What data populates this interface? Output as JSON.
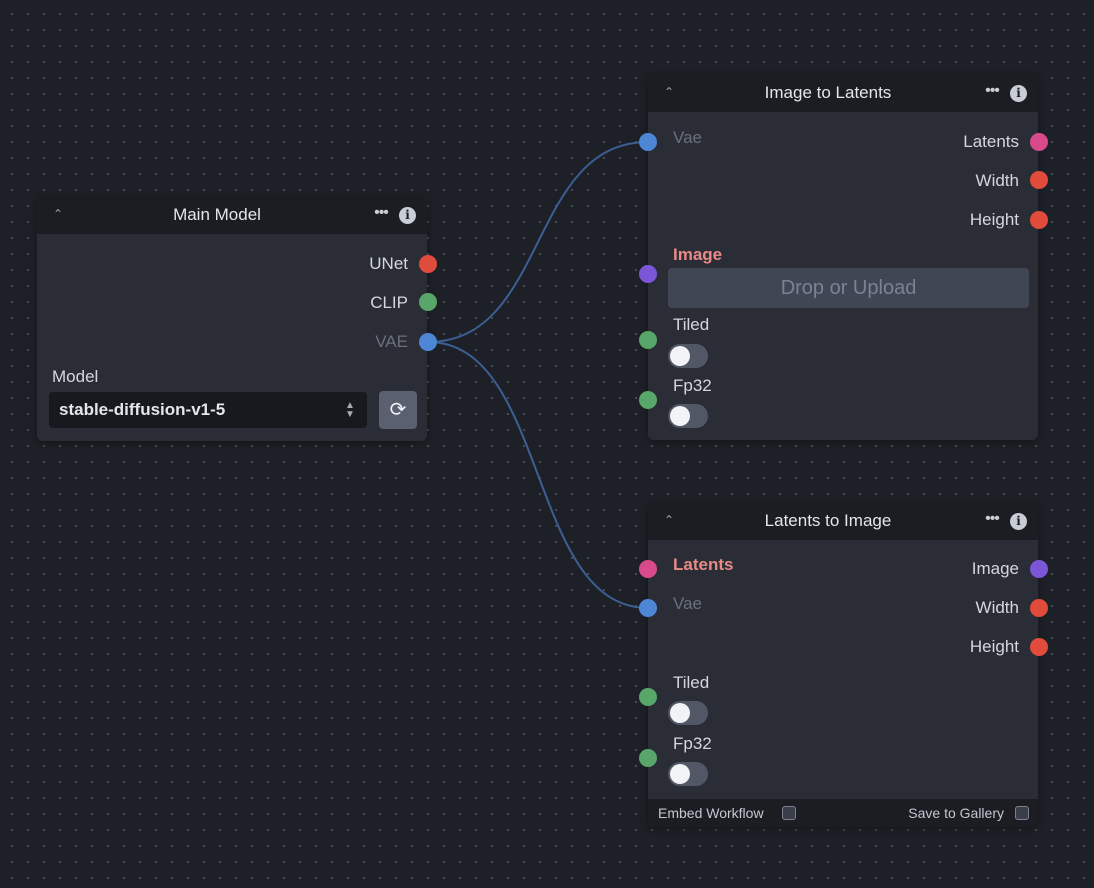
{
  "colors": {
    "unet": "#e14b3b",
    "clip": "#58a66a",
    "vae": "#4e86d6",
    "image": "#7b57d8",
    "latents": "#d94a8c",
    "int": "#e14b3b",
    "bool": "#58a66a",
    "edge": "#3b5f94"
  },
  "main_model": {
    "title": "Main Model",
    "icons": {
      "collapse": "chevron-up-icon",
      "menu": "ellipsis-icon",
      "info": "info-icon"
    },
    "outputs": [
      {
        "label": "UNet",
        "type": "unet"
      },
      {
        "label": "CLIP",
        "type": "clip"
      },
      {
        "label": "VAE",
        "type": "vae"
      }
    ],
    "model_label": "Model",
    "model_value": "stable-diffusion-v1-5",
    "refresh_icon": "refresh-icon"
  },
  "image_to_latents": {
    "title": "Image to Latents",
    "inputs": {
      "vae": "Vae",
      "image": "Image",
      "tiled": "Tiled",
      "fp32": "Fp32"
    },
    "outputs": [
      {
        "label": "Latents",
        "type": "latents"
      },
      {
        "label": "Width",
        "type": "int"
      },
      {
        "label": "Height",
        "type": "int"
      }
    ],
    "upload_label": "Drop or Upload",
    "tiled_on": false,
    "fp32_on": false
  },
  "latents_to_image": {
    "title": "Latents to Image",
    "inputs": {
      "latents": "Latents",
      "vae": "Vae",
      "tiled": "Tiled",
      "fp32": "Fp32"
    },
    "outputs": [
      {
        "label": "Image",
        "type": "image"
      },
      {
        "label": "Width",
        "type": "int"
      },
      {
        "label": "Height",
        "type": "int"
      }
    ],
    "tiled_on": false,
    "fp32_on": false,
    "footer": {
      "embed_workflow": "Embed Workflow",
      "save_to_gallery": "Save to Gallery",
      "embed_checked": false,
      "save_checked": false
    }
  }
}
